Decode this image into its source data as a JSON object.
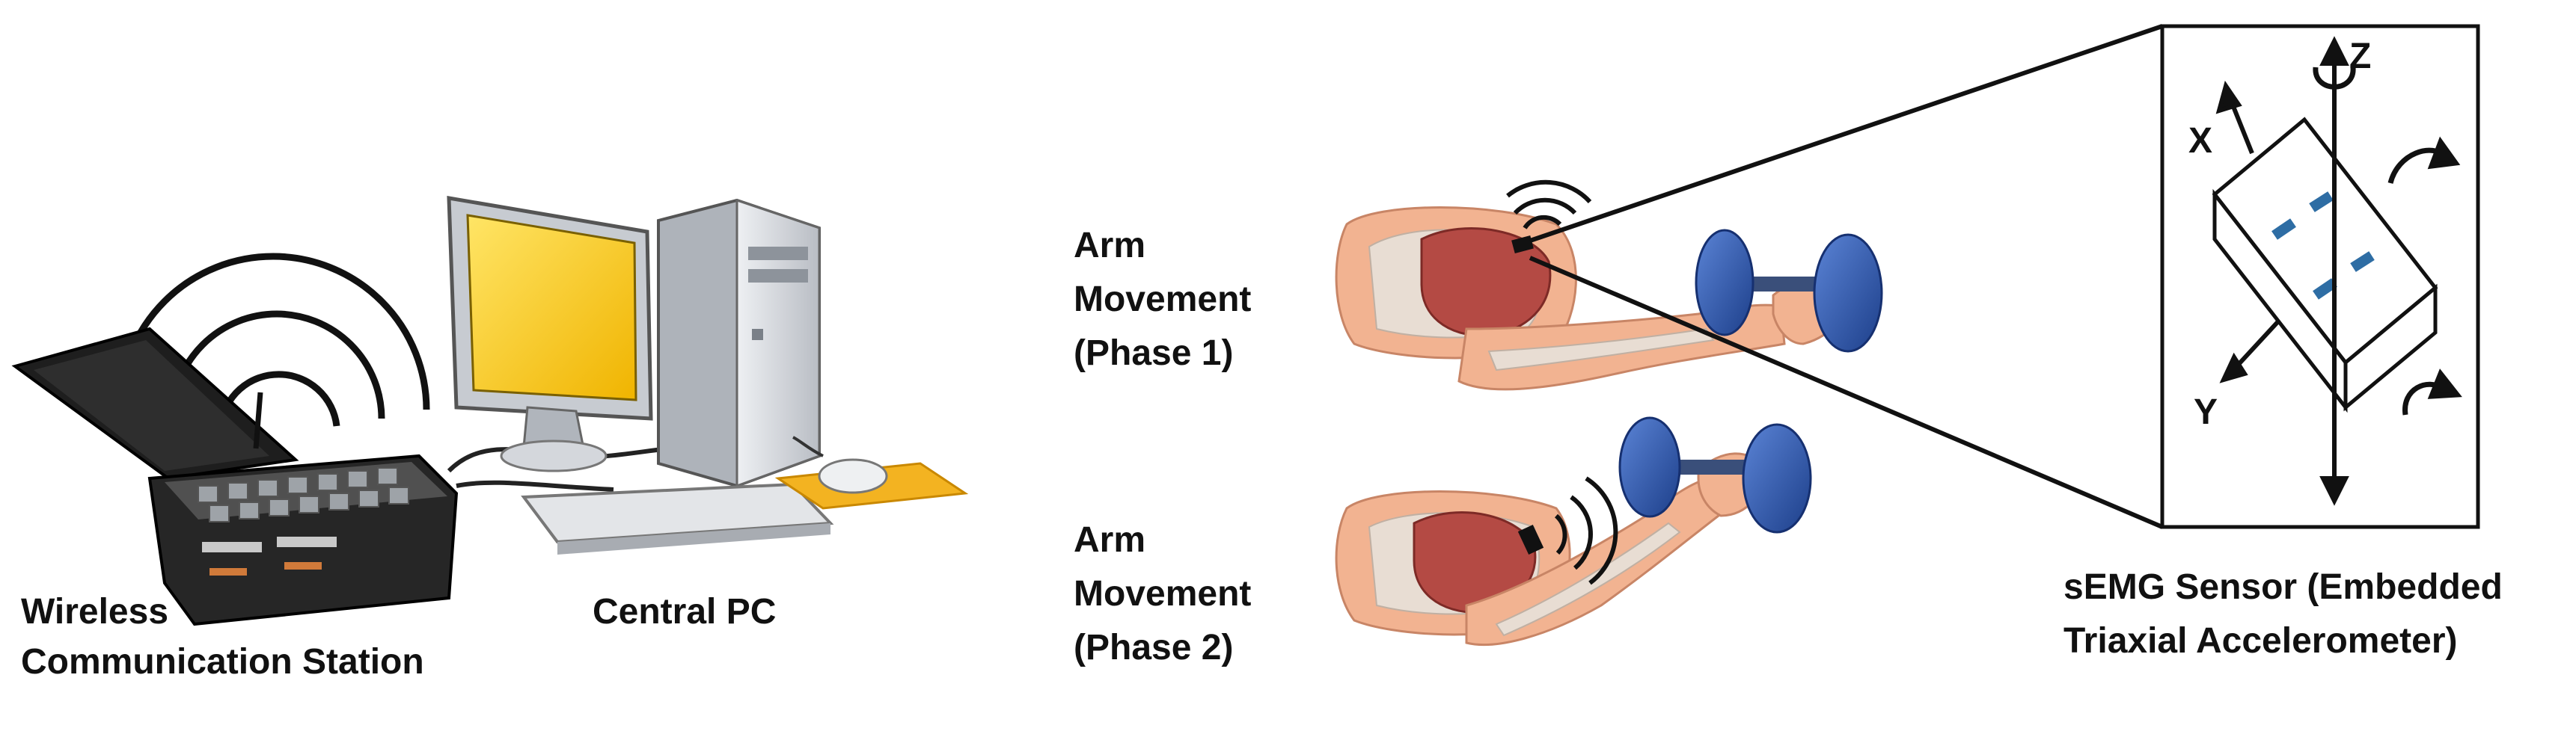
{
  "labels": {
    "station_line1": "Wireless",
    "station_line2": "Communication Station",
    "pc": "Central PC",
    "phase1_line1": "Arm",
    "phase1_line2": "Movement",
    "phase1_line3": "(Phase 1)",
    "phase2_line1": "Arm",
    "phase2_line2": "Movement",
    "phase2_line3": "(Phase 2)",
    "sensor_line1": "sEMG Sensor (Embedded",
    "sensor_line2": "Triaxial Accelerometer)"
  },
  "axes": {
    "x": "X",
    "y": "Y",
    "z": "Z"
  },
  "colors": {
    "screen": "#f5c400",
    "case": "#d8dbe0",
    "station": "#2b2b2b",
    "dumbbell": "#2f57a8",
    "skin": "#f2b391",
    "muscle": "#b44a44",
    "accel_dash": "#2e6da4"
  }
}
